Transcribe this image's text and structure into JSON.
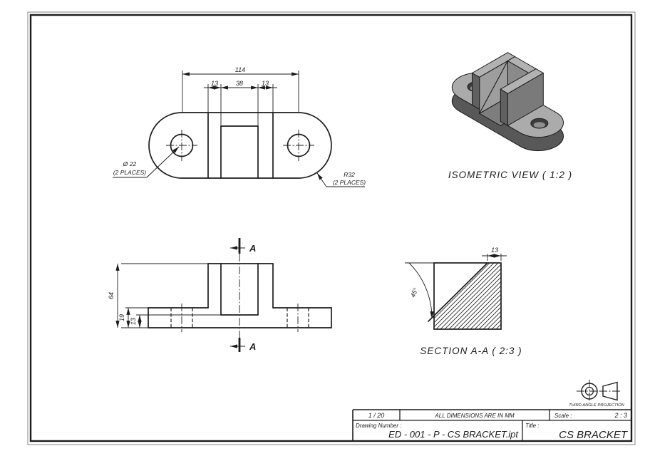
{
  "colors": {
    "paper": "#ffffff",
    "line": "#1c1c1c",
    "iso_top": "#b2b2b2",
    "iso_face": "#9e9e9e",
    "iso_side_dark": "#585858"
  },
  "top_view": {
    "dim_overall": "114",
    "dim_left": "13",
    "dim_mid": "38",
    "dim_right": "13",
    "hole_label": "Ø 22",
    "hole_note": "(2 PLACES)",
    "radius_label": "R32",
    "radius_note": "(2 PLACES)"
  },
  "front_view": {
    "dim_height": "64",
    "dim_base": "19",
    "dim_step": "13",
    "section_letter_top": "A",
    "section_letter_bottom": "A"
  },
  "iso_view": {
    "caption": "ISOMETRIC VIEW ( 1:2 )"
  },
  "section_view": {
    "caption": "SECTION A-A ( 2:3 )",
    "dim_width": "13",
    "dim_angle": "45°"
  },
  "projection_symbol": {
    "label": "THIRD ANGLE PROJECTION"
  },
  "title_block": {
    "sheet": "1 / 20",
    "note": "ALL DIMENSIONS ARE IN MM",
    "scale_label": "Scale :",
    "scale_value": "2 : 3",
    "drawing_number_label": "Drawing Number :",
    "drawing_number_value": "ED - 001 - P - CS BRACKET.ipt",
    "title_label": "Title :",
    "title_value": "CS BRACKET"
  }
}
